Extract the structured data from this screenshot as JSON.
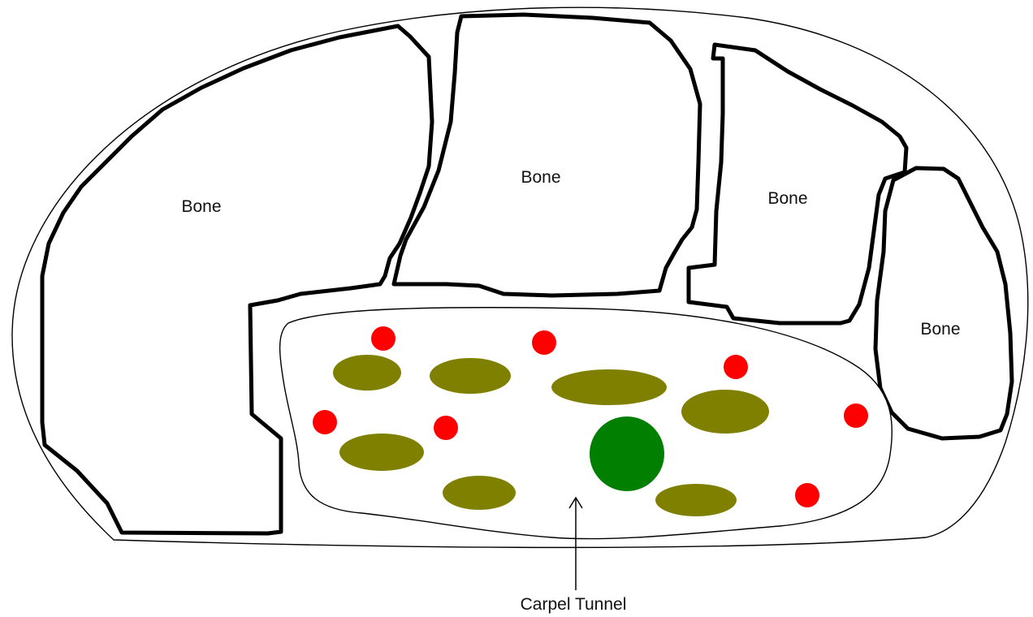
{
  "labels": {
    "bone_1": "Bone",
    "bone_2": "Bone",
    "bone_3": "Bone",
    "bone_4": "Bone",
    "tunnel": "Carpel Tunnel"
  },
  "colors": {
    "tendon": "#808000",
    "nerve": "#007f00",
    "vessel": "#ff0000",
    "outline": "#000000",
    "background": "#ffffff"
  }
}
